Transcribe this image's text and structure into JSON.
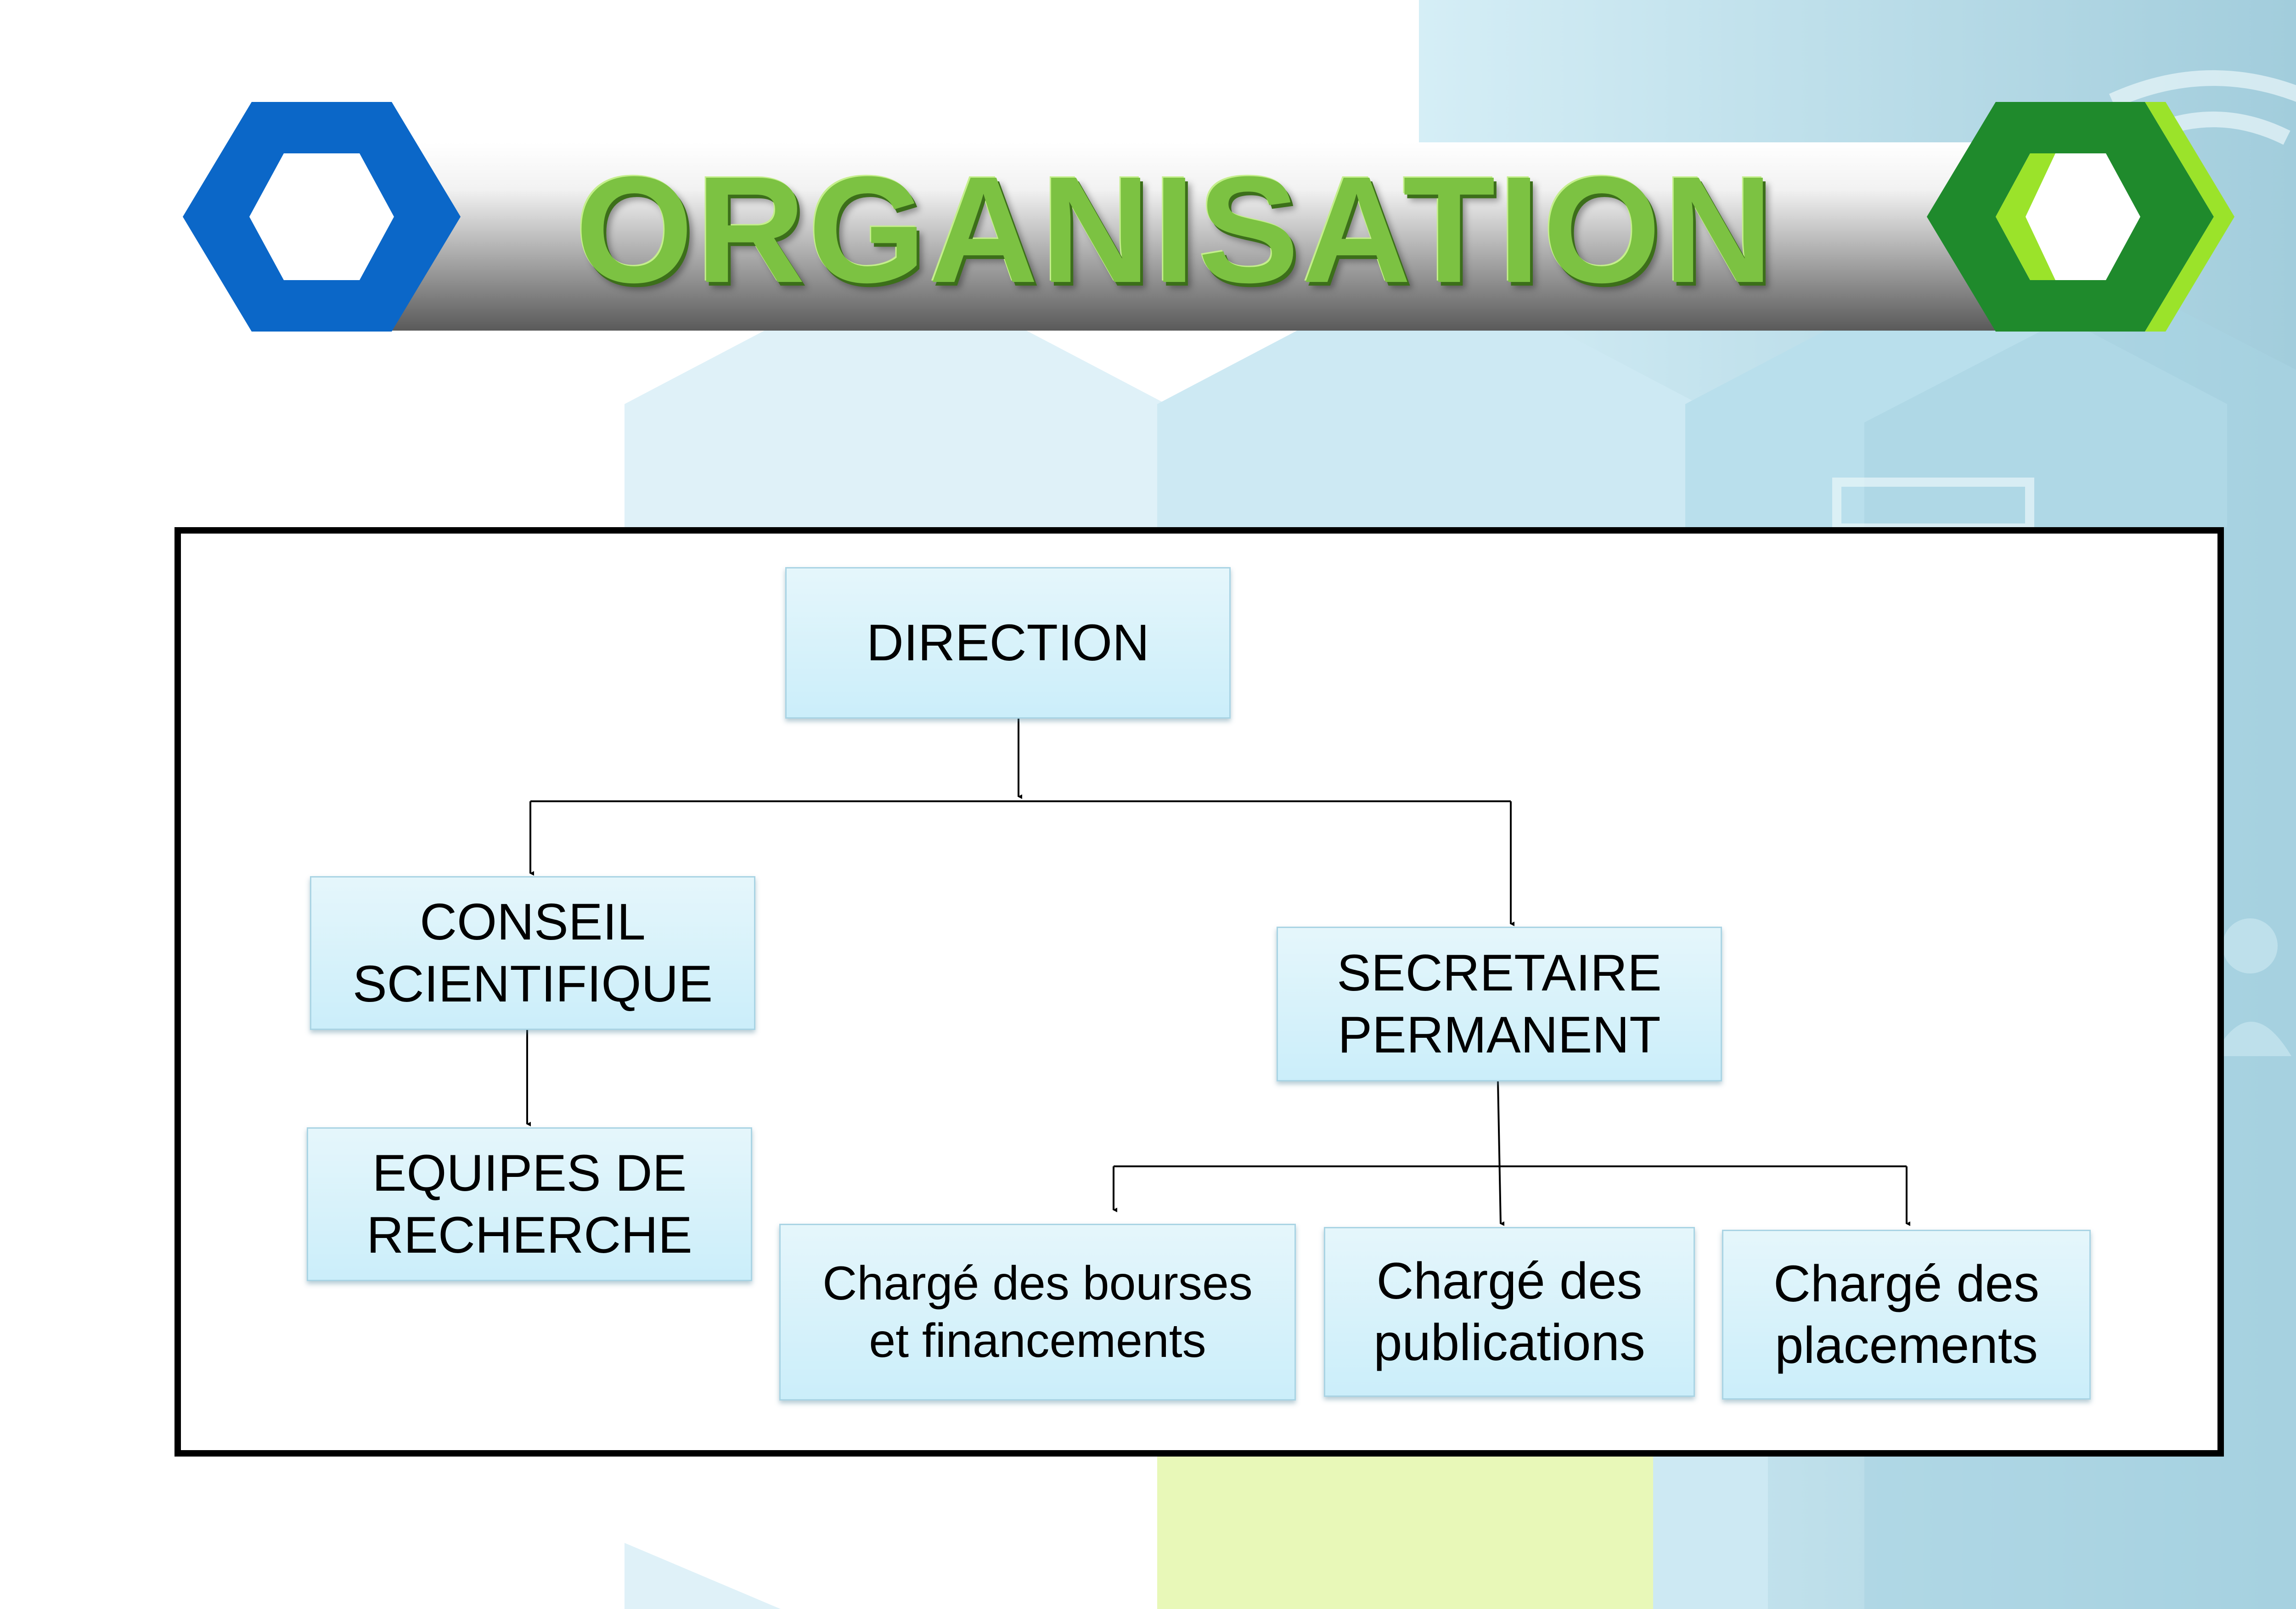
{
  "title": "ORGANISATION",
  "colors": {
    "title_green": "#7cc242",
    "left_hexagon": "#0b67c8",
    "right_hexagon_dark": "#1f8a2c",
    "right_hexagon_light": "#9be32a",
    "node_fill": "#d6f2fb",
    "node_border": "#a9d4e4"
  },
  "decorations": {
    "left_icon": "blue-hexagon-ring-icon",
    "right_icon": "green-hexagon-ring-icon"
  },
  "org_chart": {
    "nodes": {
      "direction": "DIRECTION",
      "conseil_scientifique": "CONSEIL\nSCIENTIFIQUE",
      "equipes_de_recherche": "EQUIPES DE\nRECHERCHE",
      "secretaire_permanent": "SECRETAIRE\nPERMANENT",
      "charge_bourses": "Chargé des bourses\net financements",
      "charge_publications": "Chargé des\npublications",
      "charge_placements": "Chargé des\nplacements"
    },
    "edges": [
      [
        "direction",
        "conseil_scientifique"
      ],
      [
        "direction",
        "secretaire_permanent"
      ],
      [
        "conseil_scientifique",
        "equipes_de_recherche"
      ],
      [
        "secretaire_permanent",
        "charge_bourses"
      ],
      [
        "secretaire_permanent",
        "charge_publications"
      ],
      [
        "secretaire_permanent",
        "charge_placements"
      ]
    ]
  }
}
